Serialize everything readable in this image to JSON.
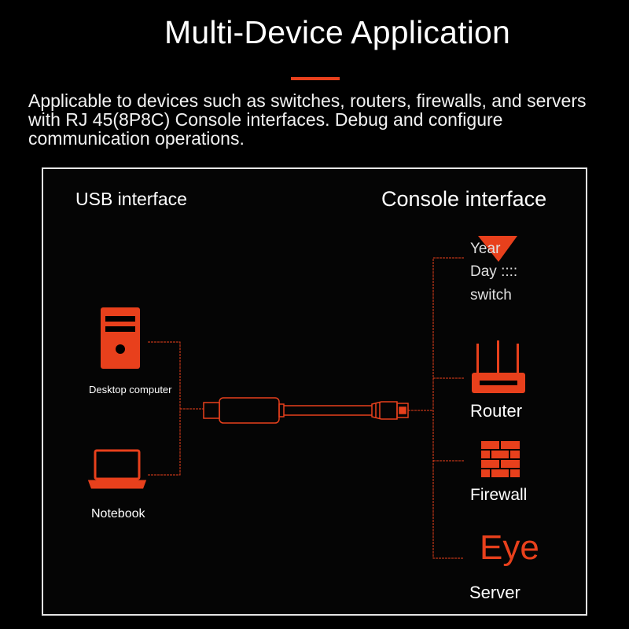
{
  "title": "Multi-Device Application",
  "description": "Applicable to devices such as switches, routers, firewalls, and servers with RJ 45(8P8C) Console interfaces. Debug and configure communication operations.",
  "left_side": {
    "heading": "USB interface",
    "devices": [
      {
        "label": "Desktop computer",
        "icon": "desktop-tower-icon"
      },
      {
        "label": "Notebook",
        "icon": "laptop-icon"
      }
    ]
  },
  "right_side": {
    "heading": "Console interface",
    "devices": [
      {
        "label_lines": [
          "Year",
          "Day ::::",
          "switch"
        ],
        "icon": "down-triangle-icon"
      },
      {
        "label": "Router",
        "icon": "router-icon"
      },
      {
        "label": "Firewall",
        "icon": "firewall-brick-icon"
      },
      {
        "label": "Server",
        "icon_text": "Eye"
      }
    ]
  },
  "colors": {
    "accent": "#e8401c",
    "background": "#000000",
    "text": "#ffffff",
    "panel_border": "#e6e6e6"
  }
}
